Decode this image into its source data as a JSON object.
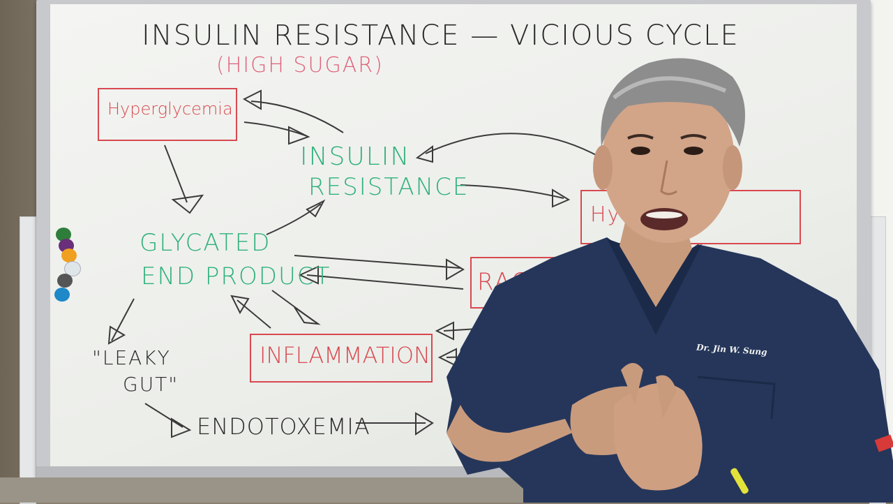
{
  "whiteboard": {
    "title": "INSULIN RESISTANCE — VICIOUS CYCLE",
    "subtitle": "(HIGH SUGAR)",
    "hyperglycemia": "Hyperglycemia",
    "insulin": "INSULIN",
    "resistance": "RESISTANCE",
    "hyperinsulinemia": "Hy    emia",
    "glycated": "GLYCATED",
    "end_product": "END PRODUCT",
    "rage": "RAGE",
    "inflammation": "INFLAMMATION",
    "leaky": "\"LEAKY",
    "gut": "GUT\"",
    "endotoxemia": "ENDOTOXEMIA"
  },
  "scrubs_label": "Dr. Jin W. Sung",
  "colors": {
    "black_marker": "#2a2a2a",
    "red_marker": "#d8484f",
    "green_marker": "#2fb07a",
    "scrubs": "#25365a"
  }
}
